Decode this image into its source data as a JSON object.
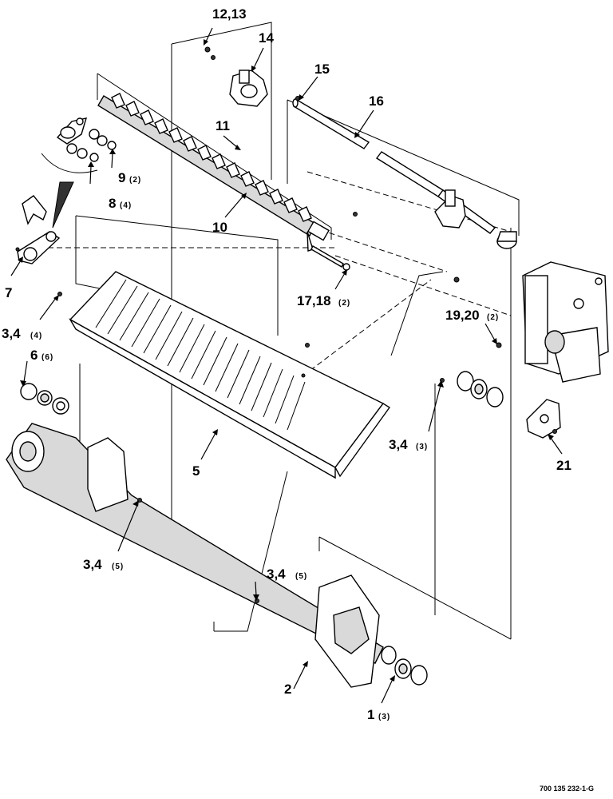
{
  "diagram": {
    "callouts": [
      {
        "id": "c12",
        "num": "12,13",
        "qty": ""
      },
      {
        "id": "c14",
        "num": "14",
        "qty": ""
      },
      {
        "id": "c15",
        "num": "15",
        "qty": ""
      },
      {
        "id": "c16",
        "num": "16",
        "qty": ""
      },
      {
        "id": "c11",
        "num": "11",
        "qty": ""
      },
      {
        "id": "c9",
        "num": "9",
        "qty": "(2)"
      },
      {
        "id": "c8",
        "num": "8",
        "qty": "(4)"
      },
      {
        "id": "c10",
        "num": "10",
        "qty": ""
      },
      {
        "id": "c7",
        "num": "7",
        "qty": ""
      },
      {
        "id": "c17",
        "num": "17,18",
        "qty": "(2)"
      },
      {
        "id": "c19",
        "num": "19,20",
        "qty": "(2)"
      },
      {
        "id": "c3a",
        "num": "3,4",
        "qty": "(4)"
      },
      {
        "id": "c6",
        "num": "6",
        "qty": "(6)"
      },
      {
        "id": "c5",
        "num": "5",
        "qty": ""
      },
      {
        "id": "c3b",
        "num": "3,4",
        "qty": "(3)"
      },
      {
        "id": "c21",
        "num": "21",
        "qty": ""
      },
      {
        "id": "c3c",
        "num": "3,4",
        "qty": "(5)"
      },
      {
        "id": "c3d",
        "num": "3,4",
        "qty": "(5)"
      },
      {
        "id": "c2",
        "num": "2",
        "qty": ""
      },
      {
        "id": "c1",
        "num": "1",
        "qty": "(3)"
      }
    ],
    "drawing_number": "700 135 232-1-G"
  }
}
